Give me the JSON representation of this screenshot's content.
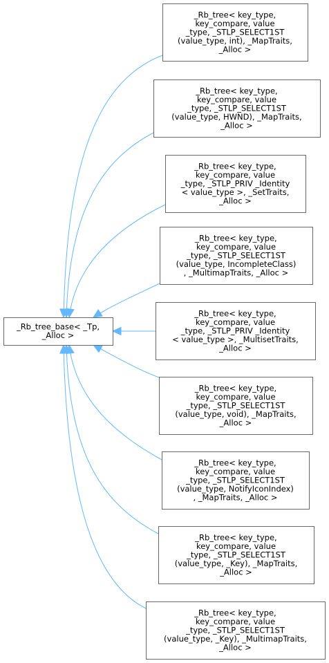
{
  "diagram": {
    "base": {
      "lines": [
        "_Rb_tree_base< _Tp,",
        "_Alloc >"
      ],
      "colors": {
        "border": "#666666",
        "edge": "#63b8ff",
        "fill": "#ffffff"
      }
    },
    "derived": [
      {
        "id": "d1",
        "lines": [
          "_Rb_tree< key_type,",
          "key_compare, value",
          "_type, _STLP_SELECT1ST",
          "(value_type, int), _MapTraits,",
          "_Alloc >"
        ]
      },
      {
        "id": "d2",
        "lines": [
          "_Rb_tree< key_type,",
          "key_compare, value",
          "_type, _STLP_SELECT1ST",
          "(value_type, HWND), _MapTraits,",
          "_Alloc >"
        ]
      },
      {
        "id": "d3",
        "lines": [
          "_Rb_tree< key_type,",
          "key_compare, value",
          "_type, _STLP_PRIV _Identity",
          "< value_type >, _SetTraits,",
          "_Alloc >"
        ]
      },
      {
        "id": "d4",
        "lines": [
          "_Rb_tree< key_type,",
          "key_compare, value",
          "_type, _STLP_SELECT1ST",
          "(value_type, IncompleteClass)",
          ", _MultimapTraits, _Alloc >"
        ]
      },
      {
        "id": "d5",
        "lines": [
          "_Rb_tree< key_type,",
          "key_compare, value",
          "_type, _STLP_PRIV _Identity",
          "< value_type >, _MultisetTraits,",
          "_Alloc >"
        ]
      },
      {
        "id": "d6",
        "lines": [
          "_Rb_tree< key_type,",
          "key_compare, value",
          "_type, _STLP_SELECT1ST",
          "(value_type, void), _MapTraits,",
          "_Alloc >"
        ]
      },
      {
        "id": "d7",
        "lines": [
          "_Rb_tree< key_type,",
          "key_compare, value",
          "_type, _STLP_SELECT1ST",
          "(value_type, NotifyIconIndex)",
          ", _MapTraits, _Alloc >"
        ]
      },
      {
        "id": "d8",
        "lines": [
          "_Rb_tree< key_type,",
          "key_compare, value",
          "_type, _STLP_SELECT1ST",
          "(value_type, _Key), _MapTraits,",
          "_Alloc >"
        ]
      },
      {
        "id": "d9",
        "lines": [
          "_Rb_tree< key_type,",
          "key_compare, value",
          "_type, _STLP_SELECT1ST",
          "(value_type, _Key), _MultimapTraits,",
          "_Alloc >"
        ]
      }
    ]
  }
}
